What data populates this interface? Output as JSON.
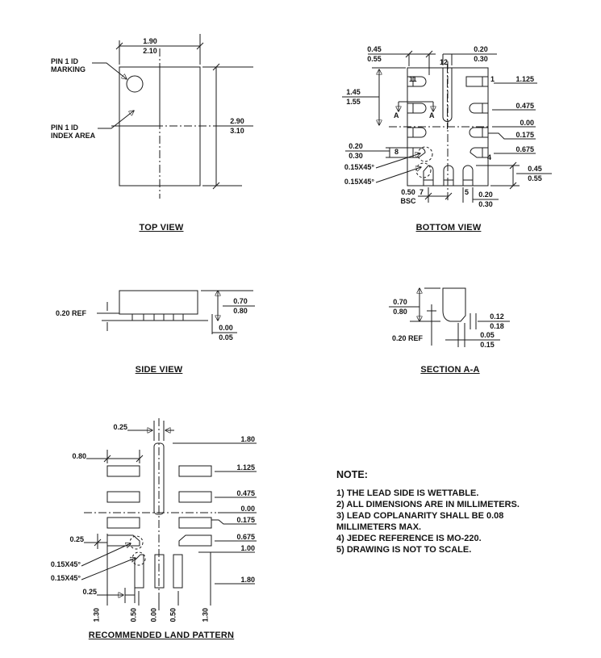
{
  "top_view": {
    "title": "TOP VIEW",
    "pin1_marking_label": "PIN 1 ID\nMARKING",
    "pin1_index_label": "PIN 1 ID\nINDEX AREA",
    "dim_width": [
      "1.90",
      "2.10"
    ],
    "dim_height": [
      "2.90",
      "3.10"
    ]
  },
  "bottom_view": {
    "title": "BOTTOM VIEW",
    "dim_lead_length_top": [
      "0.45",
      "0.55"
    ],
    "dim_slot_width": [
      "0.20",
      "0.30"
    ],
    "dim_body_half": [
      "1.45",
      "1.55"
    ],
    "pins": {
      "p1": "1",
      "p4": "4",
      "p5": "5",
      "p7": "7",
      "p8": "8",
      "p11": "11",
      "p12": "12"
    },
    "section_marker": "A",
    "right_offsets": [
      "1.125",
      "0.475",
      "0.00",
      "0.175",
      "0.675"
    ],
    "dim_lead_length_side": [
      "0.45",
      "0.55"
    ],
    "dim_pin8_width": [
      "0.20",
      "0.30"
    ],
    "chamfer_note": "0.15X45°",
    "dim_pitch": [
      "0.50",
      "BSC"
    ],
    "dim_pin5_width": [
      "0.20",
      "0.30"
    ]
  },
  "side_view": {
    "title": "SIDE VIEW",
    "lead_thickness": "0.20 REF",
    "dim_height": [
      "0.70",
      "0.80"
    ],
    "dim_standoff": [
      "0.00",
      "0.05"
    ]
  },
  "section_aa": {
    "title": "SECTION A-A",
    "dim_height": [
      "0.70",
      "0.80"
    ],
    "lead_thickness": "0.20 REF",
    "dim_lead_width": [
      "0.12",
      "0.18"
    ],
    "dim_flank": [
      "0.05",
      "0.15"
    ]
  },
  "land_pattern": {
    "title": "RECOMMENDED LAND PATTERN",
    "dim_slot_pad_width": "0.25",
    "dim_pad_length": "0.80",
    "right_offsets": [
      "1.80",
      "1.125",
      "0.475",
      "0.00",
      "0.175",
      "0.675",
      "1.00",
      "1.80"
    ],
    "dim_pad_width": "0.25",
    "chamfer_note": "0.15X45°",
    "dim_gap": "0.25",
    "column_offsets": [
      "1.30",
      "0.50",
      "0.00",
      "0.50",
      "1.30"
    ]
  },
  "note": {
    "heading": "NOTE:",
    "items": [
      "1) THE LEAD SIDE IS WETTABLE.",
      "2) ALL DIMENSIONS ARE IN MILLIMETERS.",
      "3) LEAD COPLANARITY SHALL BE 0.08 MILLIMETERS MAX.",
      "4) JEDEC REFERENCE IS MO-220.",
      "5) DRAWING IS NOT TO SCALE."
    ]
  },
  "colors": {
    "ink": "#1a1a1a",
    "paper": "#ffffff"
  }
}
